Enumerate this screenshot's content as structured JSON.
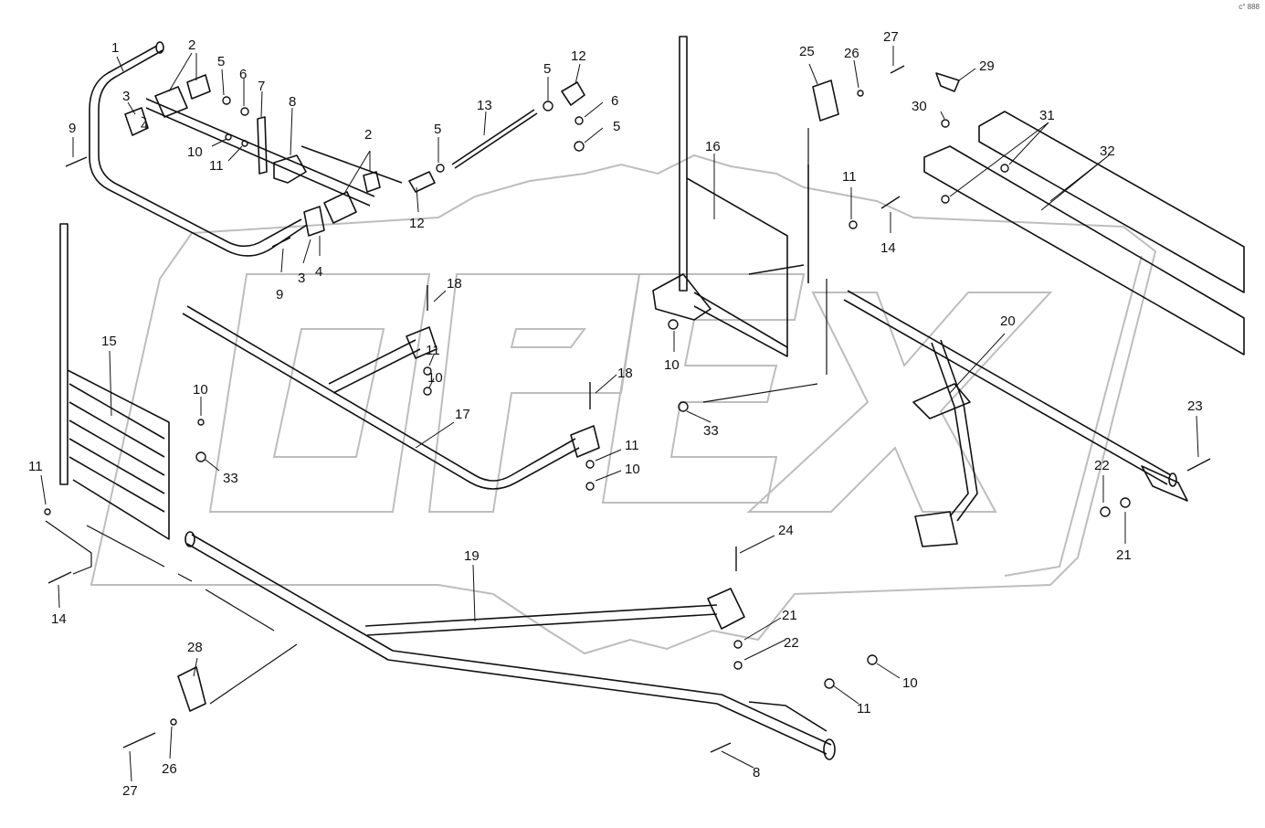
{
  "watermark": {
    "text": "OPEX",
    "color": "#bdbdbd"
  },
  "corner_mark": "c° 888",
  "line_color": "#111111",
  "callouts": [
    {
      "id": "c1",
      "label": "1"
    },
    {
      "id": "c2a",
      "label": "2"
    },
    {
      "id": "c2b",
      "label": "2"
    },
    {
      "id": "c3a",
      "label": "3"
    },
    {
      "id": "c3b",
      "label": "3"
    },
    {
      "id": "c4a",
      "label": "4"
    },
    {
      "id": "c4b",
      "label": "4"
    },
    {
      "id": "c5a",
      "label": "5"
    },
    {
      "id": "c5b",
      "label": "5"
    },
    {
      "id": "c5c",
      "label": "5"
    },
    {
      "id": "c5d",
      "label": "5"
    },
    {
      "id": "c6a",
      "label": "6"
    },
    {
      "id": "c6b",
      "label": "6"
    },
    {
      "id": "c7",
      "label": "7"
    },
    {
      "id": "c8a",
      "label": "8"
    },
    {
      "id": "c8b",
      "label": "8"
    },
    {
      "id": "c9a",
      "label": "9"
    },
    {
      "id": "c9b",
      "label": "9"
    },
    {
      "id": "c10a",
      "label": "10"
    },
    {
      "id": "c10b",
      "label": "10"
    },
    {
      "id": "c10c",
      "label": "10"
    },
    {
      "id": "c10d",
      "label": "10"
    },
    {
      "id": "c10e",
      "label": "10"
    },
    {
      "id": "c10f",
      "label": "10"
    },
    {
      "id": "c11a",
      "label": "11"
    },
    {
      "id": "c11b",
      "label": "11"
    },
    {
      "id": "c11c",
      "label": "11"
    },
    {
      "id": "c11d",
      "label": "11"
    },
    {
      "id": "c11e",
      "label": "11"
    },
    {
      "id": "c11f",
      "label": "11"
    },
    {
      "id": "c12a",
      "label": "12"
    },
    {
      "id": "c12b",
      "label": "12"
    },
    {
      "id": "c13",
      "label": "13"
    },
    {
      "id": "c14a",
      "label": "14"
    },
    {
      "id": "c14b",
      "label": "14"
    },
    {
      "id": "c15",
      "label": "15"
    },
    {
      "id": "c16",
      "label": "16"
    },
    {
      "id": "c17",
      "label": "17"
    },
    {
      "id": "c18a",
      "label": "18"
    },
    {
      "id": "c18b",
      "label": "18"
    },
    {
      "id": "c19",
      "label": "19"
    },
    {
      "id": "c20",
      "label": "20"
    },
    {
      "id": "c21a",
      "label": "21"
    },
    {
      "id": "c21b",
      "label": "21"
    },
    {
      "id": "c22a",
      "label": "22"
    },
    {
      "id": "c22b",
      "label": "22"
    },
    {
      "id": "c23",
      "label": "23"
    },
    {
      "id": "c24",
      "label": "24"
    },
    {
      "id": "c25",
      "label": "25"
    },
    {
      "id": "c26a",
      "label": "26"
    },
    {
      "id": "c26b",
      "label": "26"
    },
    {
      "id": "c27a",
      "label": "27"
    },
    {
      "id": "c27b",
      "label": "27"
    },
    {
      "id": "c28",
      "label": "28"
    },
    {
      "id": "c29",
      "label": "29"
    },
    {
      "id": "c30",
      "label": "30"
    },
    {
      "id": "c31",
      "label": "31"
    },
    {
      "id": "c32",
      "label": "32"
    },
    {
      "id": "c33a",
      "label": "33"
    },
    {
      "id": "c33b",
      "label": "33"
    }
  ]
}
